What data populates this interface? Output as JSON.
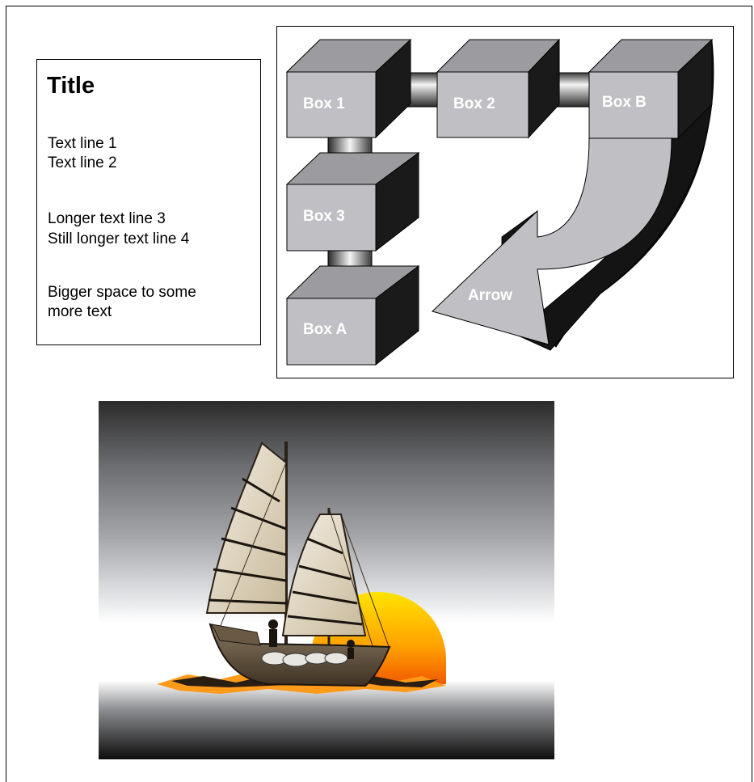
{
  "text_panel": {
    "title": "Title",
    "lines": [
      "Text line 1",
      "Text line 2",
      "Longer text line 3",
      "Still longer text line 4",
      "Bigger space to some",
      "more text"
    ]
  },
  "diagram": {
    "boxes": {
      "box1": "Box 1",
      "box2": "Box 2",
      "boxB": "Box B",
      "box3": "Box 3",
      "boxA": "Box A"
    },
    "arrow_label": "Arrow",
    "colors": {
      "box_face": "#c0c0c4",
      "box_top": "#9c9ca0",
      "box_side": "#1a1a1a"
    }
  },
  "clipart": {
    "subject": "junk-ship-at-sunset"
  }
}
